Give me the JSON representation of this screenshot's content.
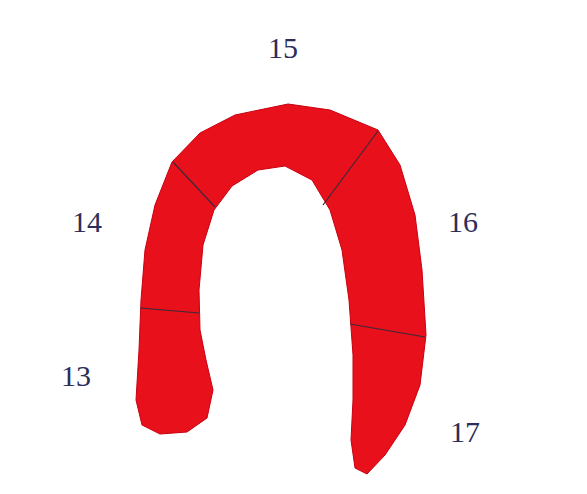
{
  "diagram": {
    "labels": [
      "15",
      "14",
      "16",
      "13",
      "17"
    ]
  }
}
